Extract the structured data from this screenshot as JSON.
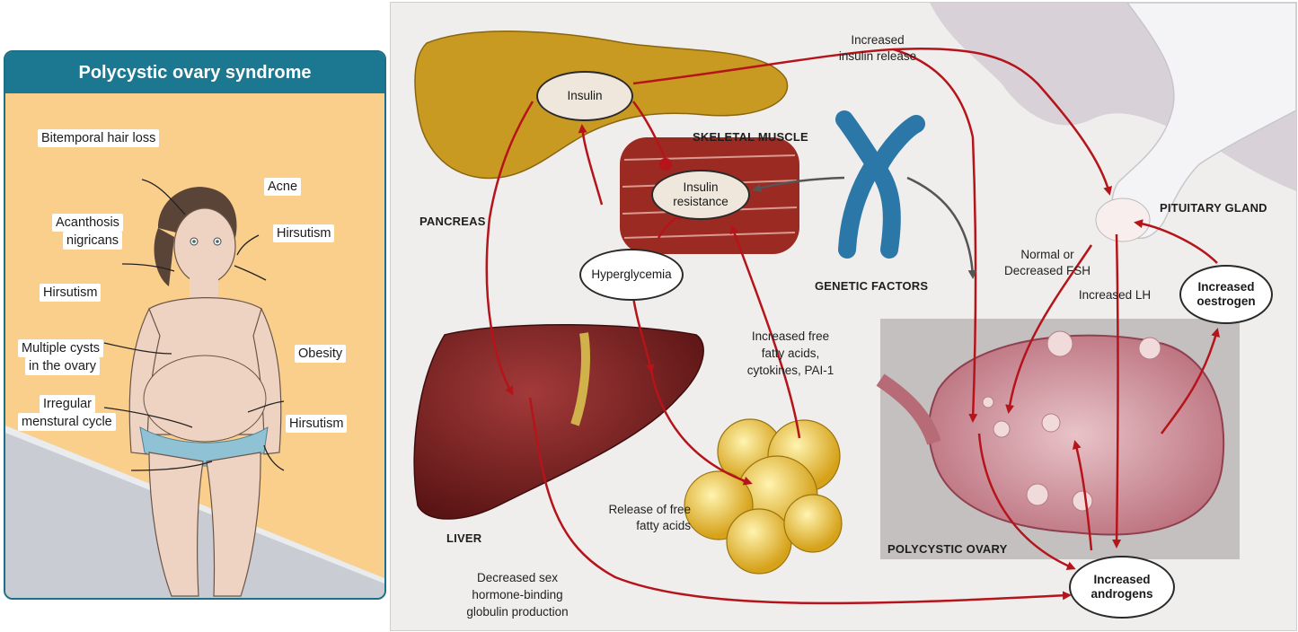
{
  "left_panel": {
    "title": "Polycystic ovary syndrome",
    "labels": {
      "bitemporal_hair_loss": "Bitemporal hair loss",
      "acne": "Acne",
      "acanthosis_nigricans_1": "Acanthosis",
      "acanthosis_nigricans_2": "nigricans",
      "hirsutism_neck": "Hirsutism",
      "hirsutism_chest": "Hirsutism",
      "multiple_cysts_1": "Multiple cysts",
      "multiple_cysts_2": "in the ovary",
      "obesity": "Obesity",
      "irregular_cycle_1": "Irregular",
      "irregular_cycle_2": "menstural cycle",
      "hirsutism_legs": "Hirsutism"
    }
  },
  "right_panel": {
    "organs": {
      "pancreas": "PANCREAS",
      "skeletal_muscle": "SKELETAL MUSCLE",
      "genetic_factors": "GENETIC FACTORS",
      "pituitary_gland": "PITUITARY GLAND",
      "liver": "LIVER",
      "polycystic_ovary": "POLYCYSTIC OVARY"
    },
    "nodes": {
      "insulin": "Insulin",
      "insulin_resistance_1": "Insulin",
      "insulin_resistance_2": "resistance",
      "hyperglycemia": "Hyperglycemia",
      "increased_oestrogen_1": "Increased",
      "increased_oestrogen_2": "oestrogen",
      "increased_androgens_1": "Increased",
      "increased_androgens_2": "androgens"
    },
    "annotations": {
      "increased_insulin_release_1": "Increased",
      "increased_insulin_release_2": "insulin release",
      "normal_fsh_1": "Normal or",
      "normal_fsh_2": "Decreased FSH",
      "increased_lh": "Increased LH",
      "free_fatty_acids_1": "Increased free",
      "free_fatty_acids_2": "fatty acids,",
      "free_fatty_acids_3": "cytokines, PAI-1",
      "release_ffa_1": "Release of free",
      "release_ffa_2": "fatty acids",
      "shbg_1": "Decreased sex",
      "shbg_2": "hormone-binding",
      "shbg_3": "globulin production"
    },
    "colors": {
      "arrow": "#b5141b",
      "genetic_arrow": "#555555",
      "node_border": "#2a2a2a"
    }
  }
}
